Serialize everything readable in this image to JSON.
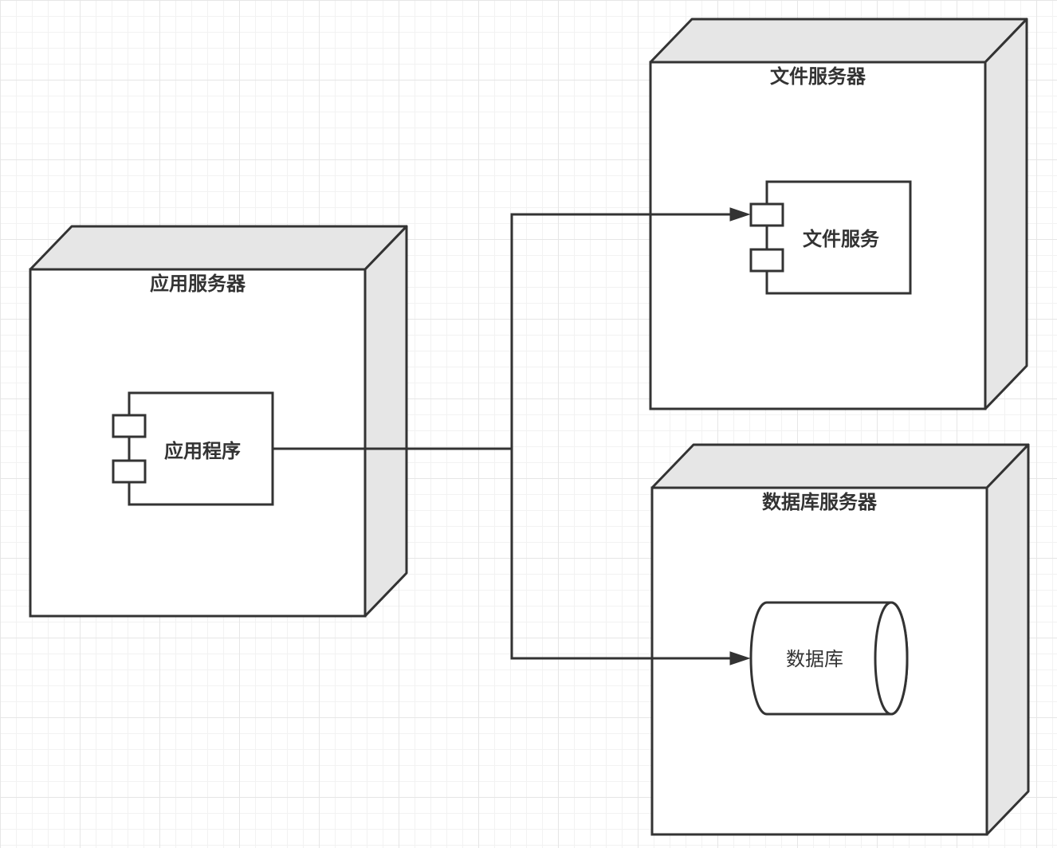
{
  "diagram": {
    "nodes": {
      "app_server": {
        "title": "应用服务器"
      },
      "file_server": {
        "title": "文件服务器"
      },
      "db_server": {
        "title": "数据库服务器"
      }
    },
    "components": {
      "application": {
        "label": "应用程序"
      },
      "file_service": {
        "label": "文件服务"
      }
    },
    "database": {
      "label": "数据库"
    },
    "colors": {
      "stroke": "#333333",
      "node_shade": "#e6e6e6",
      "grid": "#e6e6e6",
      "background": "#ffffff"
    }
  }
}
